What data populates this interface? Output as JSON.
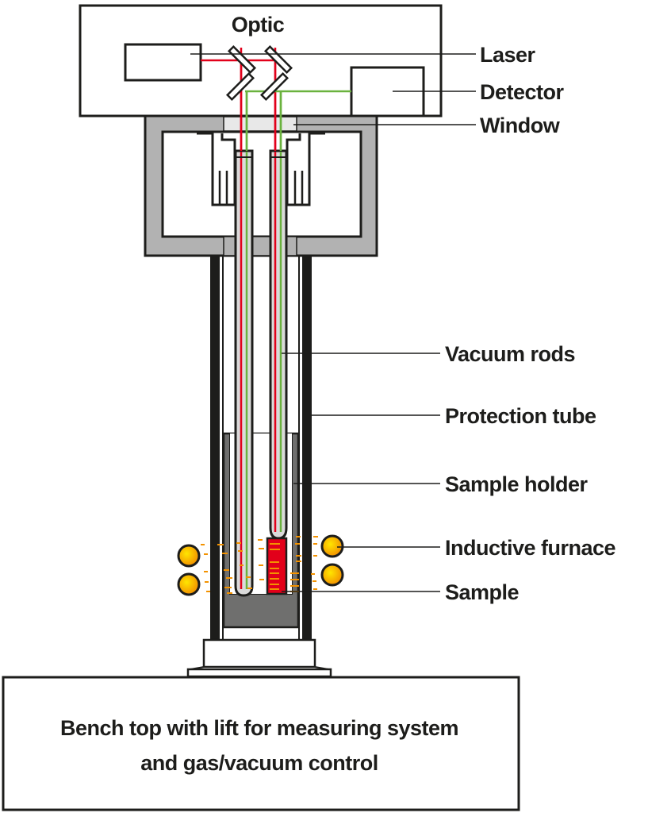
{
  "diagram": {
    "title_label": "Optic",
    "labels": {
      "laser": "Laser",
      "detector": "Detector",
      "window": "Window",
      "vacuum_rods": "Vacuum rods",
      "protection_tube": "Protection tube",
      "sample_holder": "Sample holder",
      "inductive_furnace": "Inductive furnace",
      "sample": "Sample"
    },
    "bench": {
      "line1": "Bench top with lift for measuring system",
      "line2": "and gas/vacuum control"
    },
    "colors": {
      "laser_beam": "#e2001a",
      "detector_beam": "#6ab23e",
      "outline": "#1d1d1b",
      "housing_gray": "#b2b2b2",
      "holder_gray": "#6f6f6e",
      "sample_red": "#e2001a",
      "coil_orange": "#f39200",
      "coil_yellow": "#ffdd00"
    }
  }
}
